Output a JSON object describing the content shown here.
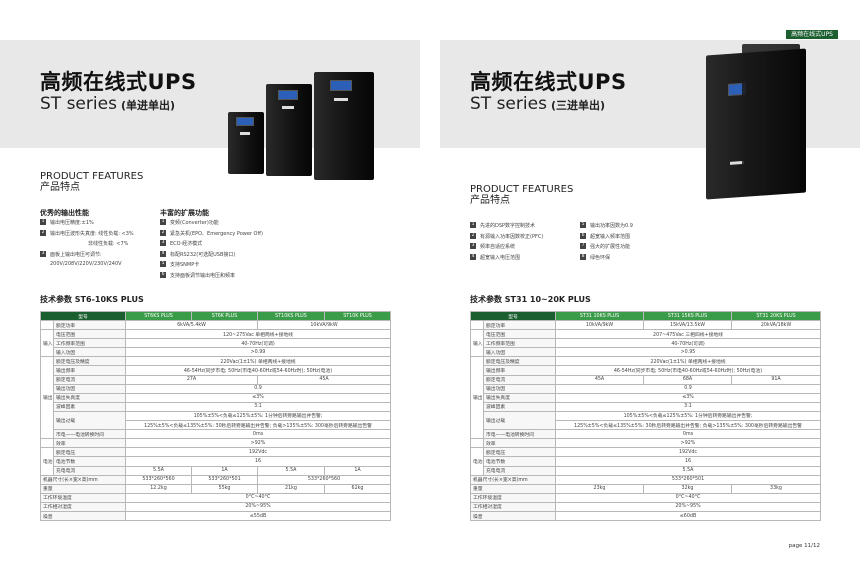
{
  "tag": "高频在线式UPS",
  "page": "page 11/12",
  "left": {
    "title": "高频在线式UPS",
    "series": "ST series",
    "series_sub": "(单进单出)",
    "features_en": "PRODUCT FEATURES",
    "features_cn": "产品特点",
    "col1_head": "优秀的输出性能",
    "col1": [
      {
        "n": "1",
        "t": "输出电压精度:±1%"
      },
      {
        "n": "2",
        "t": "输出电压波形失真度: 线性负载: <3%"
      },
      {
        "n": "",
        "t": "非线性负载: <7%"
      },
      {
        "n": "3",
        "t": "面板上输出电压可调节:"
      },
      {
        "n": "",
        "t": "200V/208V/220V/230V/240V"
      }
    ],
    "col2_head": "丰富的扩展功能",
    "col2": [
      {
        "n": "1",
        "t": "变频(Converter)功能"
      },
      {
        "n": "2",
        "t": "紧急关机(EPO、Emergency Power Off)"
      },
      {
        "n": "3",
        "t": "ECO·经济模式"
      },
      {
        "n": "4",
        "t": "标配RS232(可选配USB接口)"
      },
      {
        "n": "5",
        "t": "支持SNMP卡"
      },
      {
        "n": "6",
        "t": "支持面板调节输出电压和频率"
      }
    ],
    "tech": "技术参数 ST6-10KS PLUS",
    "headers": [
      "型号",
      "ST6KS PLUS",
      "ST6K PLUS",
      "ST10KS PLUS",
      "ST10K PLUS"
    ],
    "groups": {
      "input": "输入",
      "output": "输出",
      "battery": "电池"
    },
    "rows": {
      "power": {
        "label": "额定功率",
        "v1": "6kVA/5.4kW",
        "v2": "10kVA/9kW"
      },
      "in_v": {
        "label": "电压范围",
        "v": "120~275Vac 单相两线+接地线"
      },
      "in_f": {
        "label": "工作频率范围",
        "v": "40-70Hz(可调)"
      },
      "in_pf": {
        "label": "输入功因",
        "v": ">0.99"
      },
      "out_v": {
        "label": "额定电压及精度",
        "v": "220Vac(1±1%) 单相两线+接地线"
      },
      "out_f": {
        "label": "输出频率",
        "v": "46-54Hz(同步市电; 50Hz(市电40-60Hz或54-60Hz时); 50Hz(电池)"
      },
      "out_i": {
        "label": "额定电流",
        "v1": "27A",
        "v2": "45A"
      },
      "out_pf": {
        "label": "输出功因",
        "v": "0.9"
      },
      "out_thd": {
        "label": "输出失真度",
        "v": "≤3%"
      },
      "crest": {
        "label": "波峰因素",
        "v": "3:1"
      },
      "ovl": {
        "label": "输出过载",
        "v1": "105%±5%<负载≤125%±5%: 1分钟后转旁路输出并告警;",
        "v2": "125%±5%<负载≤135%±5%: 30秒后转旁路输出并告警; 负载>135%±5%: 300毫秒后转旁路输出告警"
      },
      "transfer": {
        "label": "市电——电池转换时间",
        "v": "0ms"
      },
      "eff": {
        "label": "效率",
        "v": ">92%"
      },
      "bat_v": {
        "label": "额定电压",
        "v": "192Vdc"
      },
      "bat_n": {
        "label": "电池节数",
        "v": "16"
      },
      "bat_i": {
        "label": "充电电流",
        "v1": "5.5A",
        "v2": "1A",
        "v3": "5.5A",
        "v4": "1A"
      },
      "dim": {
        "label": "机器尺寸(长×宽×高)mm",
        "v1": "533*260*560",
        "v2": "533*260*501",
        "v3": "533*260*560"
      },
      "weight": {
        "label": "重量",
        "v1": "12.2kg",
        "v2": "55kg",
        "v3": "21kg",
        "v4": "62kg"
      },
      "temp": {
        "label": "工作环境温度",
        "v": "0°C~40°C"
      },
      "hum": {
        "label": "工作相对湿度",
        "v": "20%~95%"
      },
      "noise": {
        "label": "噪音",
        "v": "≤55dB"
      }
    }
  },
  "right": {
    "title": "高频在线式UPS",
    "series": "ST series",
    "series_sub": "(三进单出)",
    "features_en": "PRODUCT FEATURES",
    "features_cn": "产品特点",
    "col1": [
      {
        "n": "1",
        "t": "先进的DSP数字控制技术"
      },
      {
        "n": "2",
        "t": "有源输入功率因数校正(PFC)"
      },
      {
        "n": "3",
        "t": "频率自适应系统"
      },
      {
        "n": "4",
        "t": "超宽输入电压范围"
      }
    ],
    "col2": [
      {
        "n": "5",
        "t": "输出功率因数为0.9"
      },
      {
        "n": "6",
        "t": "超宽输入频率范围"
      },
      {
        "n": "7",
        "t": "强大的扩展性功能"
      },
      {
        "n": "8",
        "t": "绿色环保"
      }
    ],
    "tech": "技术参数 ST31 10~20K PLUS",
    "headers": [
      "型号",
      "ST31 10KS PLUS",
      "ST31 15KS PLUS",
      "ST31 20KS PLUS"
    ],
    "groups": {
      "input": "输入",
      "output": "输出",
      "battery": "电池"
    },
    "rows": {
      "power": {
        "label": "额定功率",
        "v1": "10kVA/9kW",
        "v2": "15kVA/13.5kW",
        "v3": "20kVA/18kW"
      },
      "in_v": {
        "label": "电压范围",
        "v": "207~475Vac 三相四线+接地线"
      },
      "in_f": {
        "label": "工作频率范围",
        "v": "40-70Hz(可调)"
      },
      "in_pf": {
        "label": "输入功因",
        "v": ">0.95"
      },
      "out_v": {
        "label": "额定电压及精度",
        "v": "220Vac(1±1%) 单相两线+接地线"
      },
      "out_f": {
        "label": "输出频率",
        "v": "46-54Hz(同步市电; 50Hz(市电40-60Hz或54-60Hz时); 50Hz(电池)"
      },
      "out_i": {
        "label": "额定电流",
        "v1": "45A",
        "v2": "68A",
        "v3": "91A"
      },
      "out_pf": {
        "label": "输出功因",
        "v": "0.9"
      },
      "out_thd": {
        "label": "输出失真度",
        "v": "≤3%"
      },
      "crest": {
        "label": "波峰因素",
        "v": "3:1"
      },
      "ovl": {
        "label": "输出过载",
        "v1": "105%±5%<负载≤125%±5%: 1分钟后转旁路输出并告警;",
        "v2": "125%±5%<负载≤135%±5%: 30秒后转旁路输出并告警; 负载>135%±5%: 300毫秒后转旁路输出告警"
      },
      "transfer": {
        "label": "市电——电池转换时间",
        "v": "0ms"
      },
      "eff": {
        "label": "效率",
        "v": ">92%"
      },
      "bat_v": {
        "label": "额定电压",
        "v": "192Vdc"
      },
      "bat_n": {
        "label": "电池节数",
        "v": "16"
      },
      "bat_i": {
        "label": "充电电流",
        "v": "5.5A"
      },
      "dim": {
        "label": "机器尺寸(长×宽×高)mm",
        "v": "533*260*501"
      },
      "weight": {
        "label": "重量",
        "v1": "23kg",
        "v2": "32kg",
        "v3": "33kg"
      },
      "temp": {
        "label": "工作环境温度",
        "v": "0°C~40°C"
      },
      "hum": {
        "label": "工作相对湿度",
        "v": "20%~95%"
      },
      "noise": {
        "label": "噪音",
        "v": "≤60dB"
      }
    }
  }
}
